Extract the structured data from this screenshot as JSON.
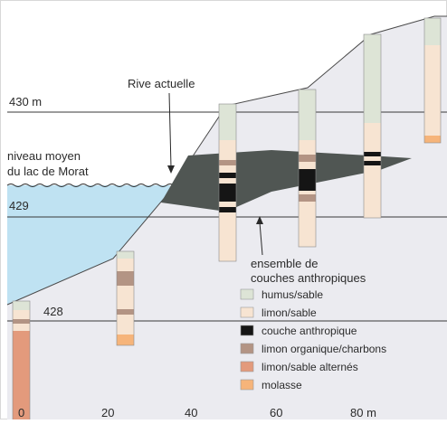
{
  "title": "",
  "elevation_labels": [
    "430 m",
    "429",
    "428"
  ],
  "x_axis_labels": [
    "0",
    "20",
    "40",
    "60",
    "80 m"
  ],
  "annotations": {
    "rive_actuelle": "Rive actuelle",
    "lake_level_line1": "niveau moyen",
    "lake_level_line2": "du lac de Morat",
    "anthropic_line1": "ensemble de",
    "anthropic_line2": "couches anthropiques"
  },
  "legend": [
    {
      "label": "humus/sable",
      "color": "#dde4d6"
    },
    {
      "label": "limon/sable",
      "color": "#f7e4d2"
    },
    {
      "label": "couche anthropique",
      "color": "#151515"
    },
    {
      "label": "limon organique/charbons",
      "color": "#b39484"
    },
    {
      "label": "limon/sable alternés",
      "color": "#e39a7c"
    },
    {
      "label": "molasse",
      "color": "#f6b47a"
    }
  ],
  "colors": {
    "lake": "#bfe2f2",
    "ground": "#ebebf0",
    "anthropic_deposit": "#505653",
    "grid_line": "#3a3a3a"
  }
}
